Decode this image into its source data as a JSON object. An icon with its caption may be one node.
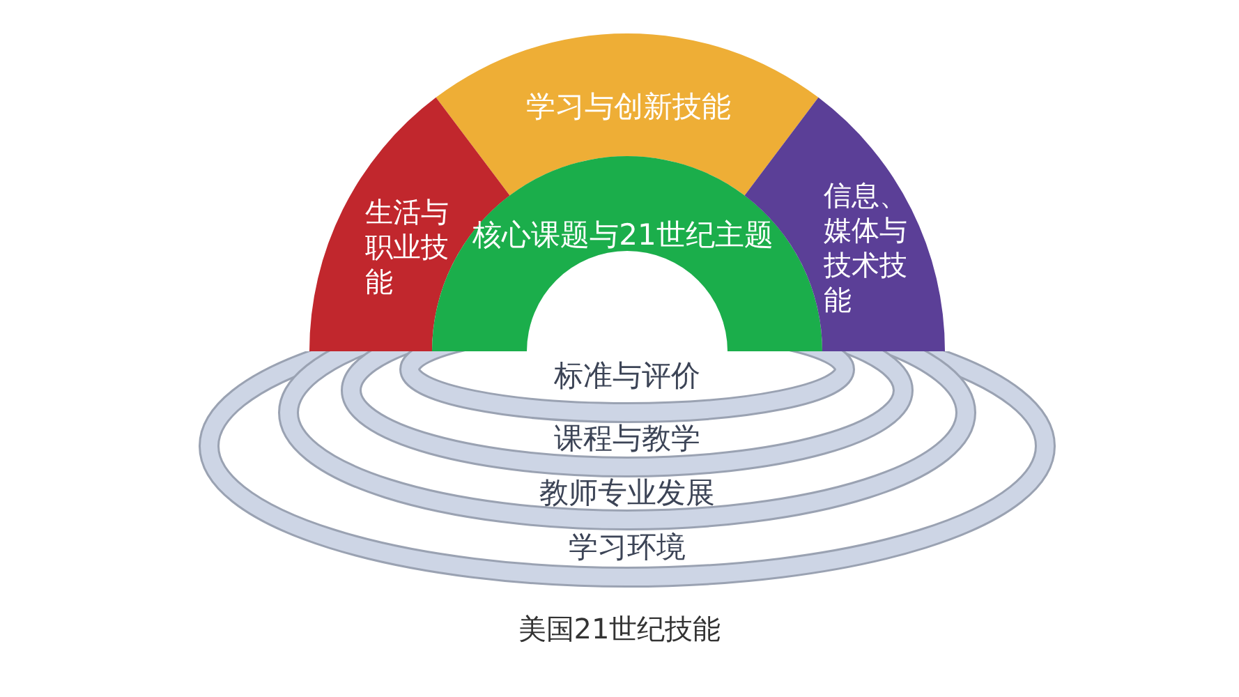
{
  "diagram": {
    "caption": "美国21世纪技能",
    "nodes": [
      {
        "text": [
          "学习与创新技能"
        ]
      },
      {
        "text": [
          "生活与职业技能"
        ]
      },
      {
        "text": [
          "核心课题与21世纪主题"
        ]
      },
      {
        "text": [
          "信息、媒体与技术技能"
        ]
      },
      {
        "text": [
          "标准与评价"
        ],
        "in": 5
      },
      {
        "text": [
          "课程与教学"
        ],
        "in": 6
      },
      {
        "text": [
          "教师专业发展"
        ],
        "in": 7
      },
      {
        "text": [
          "学习环境"
        ]
      }
    ]
  }
}
